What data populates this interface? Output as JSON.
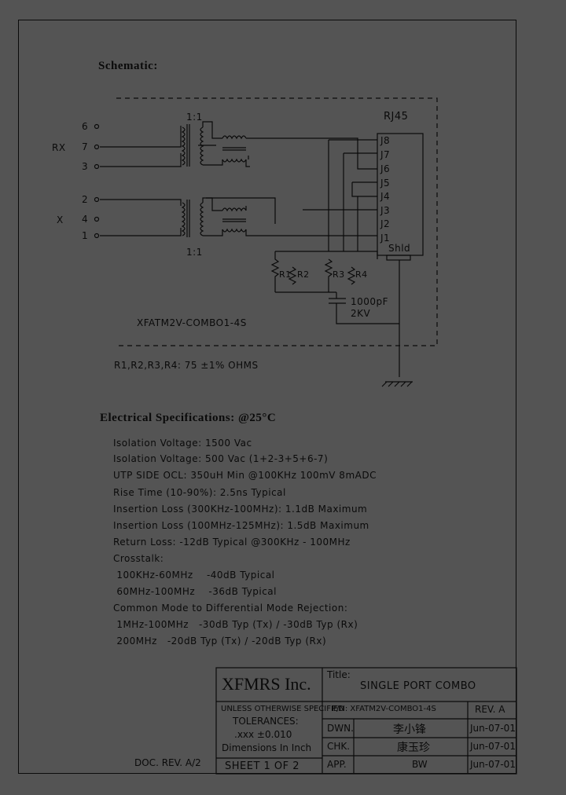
{
  "schematic": {
    "heading": "Schematic:",
    "rj45_label": "RJ45",
    "ratio_top": "1:1",
    "ratio_bottom": "1:1",
    "rx_label": "RX",
    "tx_label": "X",
    "pins_left": [
      "6",
      "7",
      "3",
      "2",
      "4",
      "1"
    ],
    "jacks": [
      "J8",
      "J7",
      "J6",
      "J5",
      "J4",
      "J3",
      "J2",
      "J1"
    ],
    "shield": "Shld",
    "resistors": [
      "R1",
      "R2",
      "R3",
      "R4"
    ],
    "cap_value": "1000pF",
    "cap_voltage": "2KV",
    "part_in_box": "XFATM2V-COMBO1-4S",
    "resistor_note": "R1,R2,R3,R4: 75 ±1% OHMS"
  },
  "electrical": {
    "heading": "Electrical  Specifications: @25°C",
    "lines": [
      "Isolation Voltage: 1500 Vac",
      "Isolation Voltage: 500 Vac (1+2-3+5+6-7)",
      "UTP SIDE OCL: 350uH Min @100KHz  100mV 8mADC",
      "Rise Time (10-90%): 2.5ns Typical",
      "Insertion Loss (300KHz-100MHz):  1.1dB Maximum",
      "Insertion Loss (100MHz-125MHz):  1.5dB Maximum",
      "Return Loss: -12dB Typical  @300KHz - 100MHz",
      "Crosstalk:",
      " 100KHz-60MHz    -40dB Typical",
      " 60MHz-100MHz    -36dB Typical",
      "Common Mode to Differential Mode Rejection:",
      " 1MHz-100MHz   -30dB Typ (Tx) / -30dB Typ (Rx)",
      " 200MHz   -20dB Typ (Tx) / -20dB Typ (Rx)"
    ]
  },
  "title_block": {
    "company": "XFMRS Inc.",
    "title_label": "Title:",
    "title": "SINGLE PORT COMBO",
    "unless": "UNLESS OTHERWISE SPECIFIED",
    "tolerances": "TOLERANCES:",
    "tol_value": ".xxx ±0.010",
    "dimensions": "Dimensions In Inch",
    "sheet": "SHEET 1 OF 2",
    "pn": "P/N: XFATM2V-COMBO1-4S",
    "rev": "REV. A",
    "dwn_label": "DWN.",
    "dwn_sig": "李小锋",
    "dwn_date": "Jun-07-01",
    "chk_label": "CHK.",
    "chk_sig": "康玉珍",
    "chk_date": "Jun-07-01",
    "app_label": "APP.",
    "app_sig": "BW",
    "app_date": "Jun-07-01",
    "doc_rev": "DOC. REV. A/2"
  }
}
